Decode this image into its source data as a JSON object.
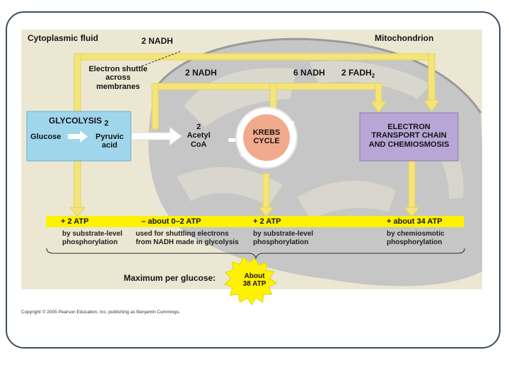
{
  "regions": {
    "cytoplasm": "Cytoplasmic fluid",
    "mitochondrion": "Mitochondrion"
  },
  "nadh_labels": {
    "top": "2 NADH",
    "middle": "2 NADH",
    "krebs": "6 NADH",
    "fadh_main": "2 FADH",
    "fadh_sub": "2"
  },
  "shuttle": {
    "line1": "Electron shuttle",
    "line2": "across",
    "line3": "membranes"
  },
  "glycolysis": {
    "title": "GLYCOLYSIS",
    "title_count": "2",
    "glucose": "Glucose",
    "pyruvic1": "Pyruvic",
    "pyruvic2": "acid"
  },
  "acetyl": {
    "line1": "2",
    "line2": "Acetyl",
    "line3": "CoA"
  },
  "krebs": {
    "line1": "KREBS",
    "line2": "CYCLE"
  },
  "etc": {
    "line1": "ELECTRON",
    "line2": "TRANSPORT CHAIN",
    "line3": "AND CHEMIOSMOSIS"
  },
  "atp": {
    "glycolysis": "+ 2 ATP",
    "shuttle": "– about 0–2 ATP",
    "krebs": "+ 2 ATP",
    "oxidative": "+ about 34 ATP"
  },
  "notes": {
    "glycolysis_1": "by substrate-level",
    "glycolysis_2": "phosphorylation",
    "shuttle_1": "used for shuttling electrons",
    "shuttle_2": "from NADH made in glycolysis",
    "krebs_1": "by substrate-level",
    "krebs_2": "phosphorylation",
    "oxidative_1": "by chemiosmotic",
    "oxidative_2": "phosphorylation"
  },
  "maximum": {
    "label": "Maximum per glucose:",
    "burst_line1": "About",
    "burst_line2": "38 ATP"
  },
  "copyright": "Copyright © 2005 Pearson Education, Inc. publishing as Benjamin Cummings.",
  "colors": {
    "panel_bg": "#ebe7d3",
    "mito_fill": "#c6c6c6",
    "glycolysis_box": "#9fd6ec",
    "krebs_circle": "#f2aa8c",
    "etc_box": "#b8a6d6",
    "arrow_yellow": "#f5e47a",
    "atp_band": "#fff200",
    "burst": "#fff200"
  }
}
